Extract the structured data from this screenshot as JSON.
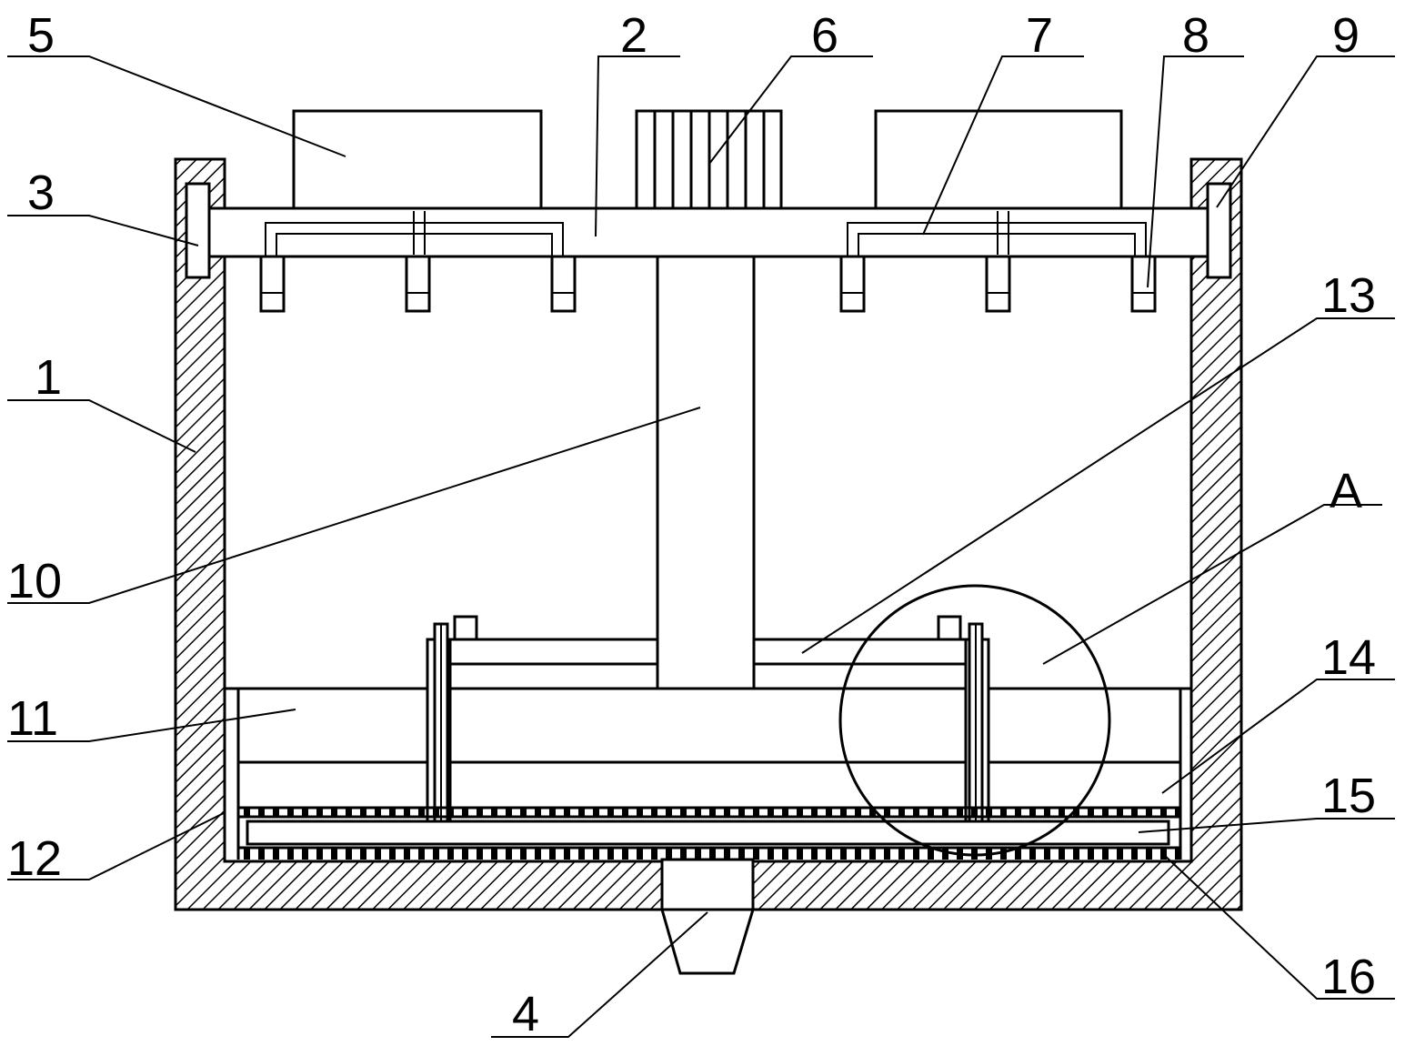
{
  "labels": {
    "l1": "1",
    "l2": "2",
    "l3": "3",
    "l4": "4",
    "l5": "5",
    "l6": "6",
    "l7": "7",
    "l8": "8",
    "l9": "9",
    "l10": "10",
    "l11": "11",
    "l12": "12",
    "l13": "13",
    "l14": "14",
    "l15": "15",
    "l16": "16",
    "lA": "A"
  },
  "colors": {
    "line": "#000000",
    "background": "#ffffff"
  }
}
